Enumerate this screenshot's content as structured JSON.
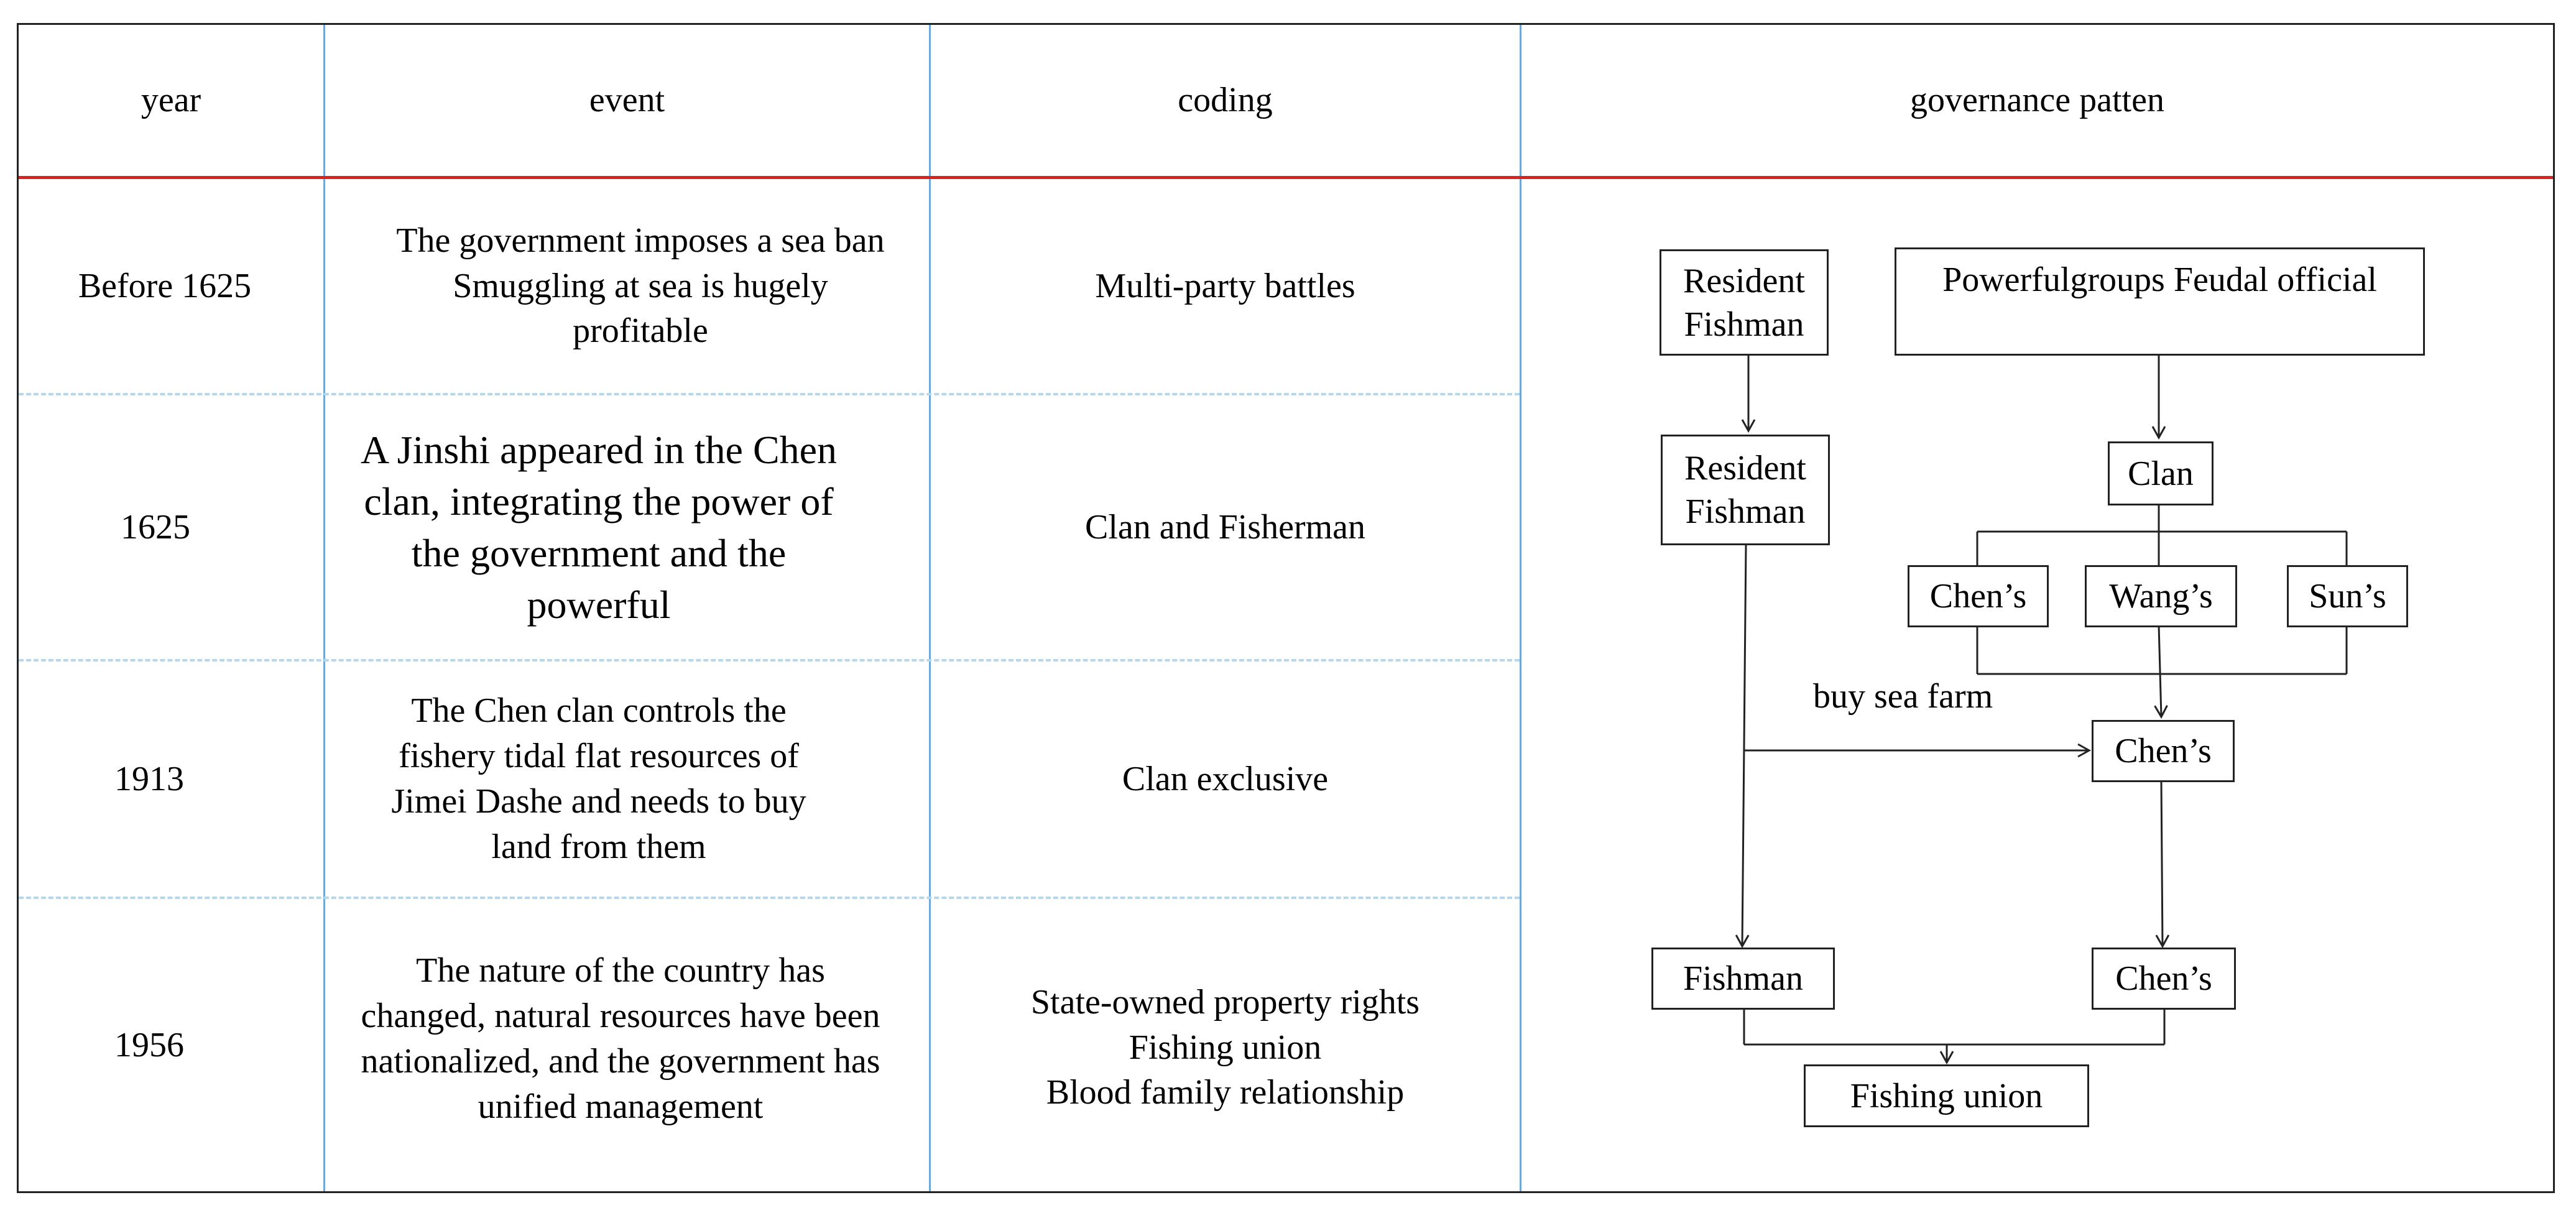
{
  "headers": {
    "year": "year",
    "event": "event",
    "coding": "coding",
    "governance": "governance patten"
  },
  "rows": [
    {
      "year": "Before 1625",
      "event": "The government imposes a sea ban\nSmuggling at sea is hugely\nprofitable",
      "coding": "Multi-party battles"
    },
    {
      "year": "1625",
      "event": "A Jinshi appeared in the Chen\nclan, integrating the power of\nthe government and the\npowerful",
      "coding": "Clan and Fisherman"
    },
    {
      "year": "1913",
      "event": "The Chen clan controls the\nfishery tidal flat resources of\nJimei Dashe and needs to buy\nland from them",
      "coding": "Clan exclusive"
    },
    {
      "year": "1956",
      "event": "The nature of the country has\nchanged, natural resources have been\nnationalized, and the government has\nunified management",
      "coding": "State-owned property rights\nFishing union\nBlood family relationship"
    }
  ],
  "diagram": {
    "resident_fishman_top": "Resident\nFishman",
    "powerful_groups": "Powerfulgroups  Feudal official",
    "resident_fishman_mid": "Resident\nFishman",
    "clan": "Clan",
    "chens_1": "Chen’s",
    "wangs": "Wang’s",
    "suns": "Sun’s",
    "buy_sea_farm": "buy sea farm",
    "chens_2": "Chen’s",
    "fishman": "Fishman",
    "chens_3": "Chen’s",
    "fishing_union": "Fishing union"
  }
}
